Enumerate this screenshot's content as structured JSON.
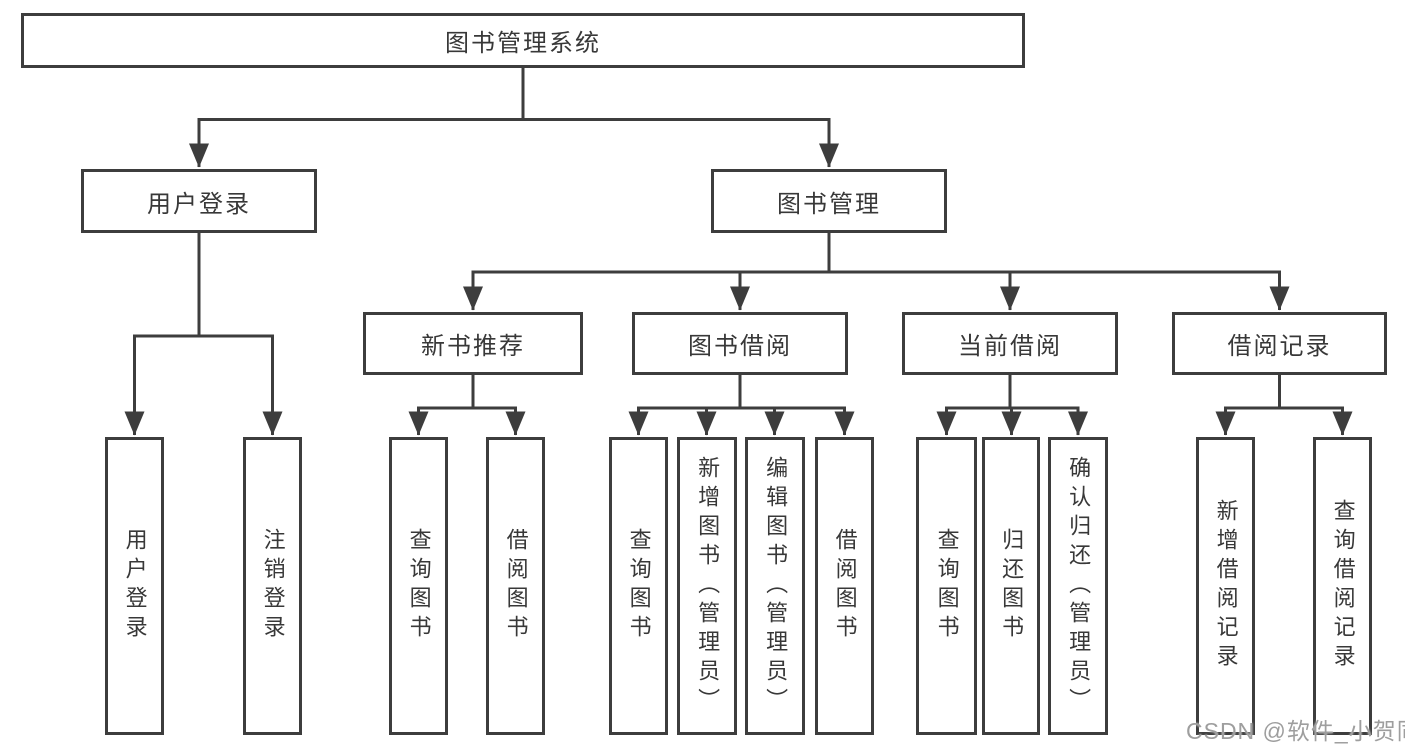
{
  "tree": {
    "root": "图书管理系统",
    "user_login": {
      "label": "用户登录",
      "children": [
        "用户登录",
        "注销登录"
      ]
    },
    "book_mgmt": {
      "label": "图书管理",
      "sections": {
        "new_books": {
          "label": "新书推荐",
          "children": [
            "查询图书",
            "借阅图书"
          ]
        },
        "book_borrow": {
          "label": "图书借阅",
          "children": [
            "查询图书",
            "新增图书（管理员）",
            "编辑图书（管理员）",
            "借阅图书"
          ]
        },
        "current_borrow": {
          "label": "当前借阅",
          "children": [
            "查询图书",
            "归还图书",
            "确认归还（管理员）"
          ]
        },
        "borrow_records": {
          "label": "借阅记录",
          "children": [
            "新增借阅记录",
            "查询借阅记录"
          ]
        }
      }
    }
  },
  "watermark": "CSDN @软件_小贺同学",
  "colors": {
    "line": "#3d3d3d",
    "text": "#383838",
    "watermark": "#9e9e9e",
    "background": "#ffffff"
  }
}
